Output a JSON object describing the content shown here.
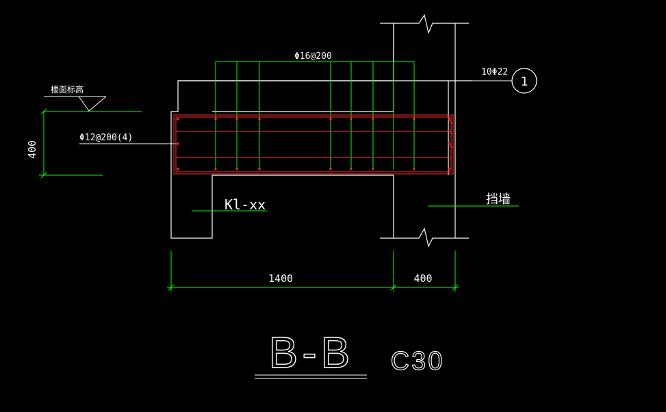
{
  "colors": {
    "background": "#000000",
    "outline": "#ffffff",
    "rebar": "#00ff00",
    "stirrup": "#ff3030",
    "dimension": "#00ff00"
  },
  "labels": {
    "top_rebar": "Φ16@200",
    "side_rebar": "10Φ22",
    "stirrup": "Φ12@200(4)",
    "floor_level": "楼面标高",
    "height_dim": "400",
    "beam_tag": "Kl-xx",
    "wall_label": "挡墙",
    "grid_marker": "1"
  },
  "dimensions": {
    "width_main": "1400",
    "width_wall": "400"
  },
  "title": {
    "section": "B-B",
    "concrete": "C30"
  }
}
